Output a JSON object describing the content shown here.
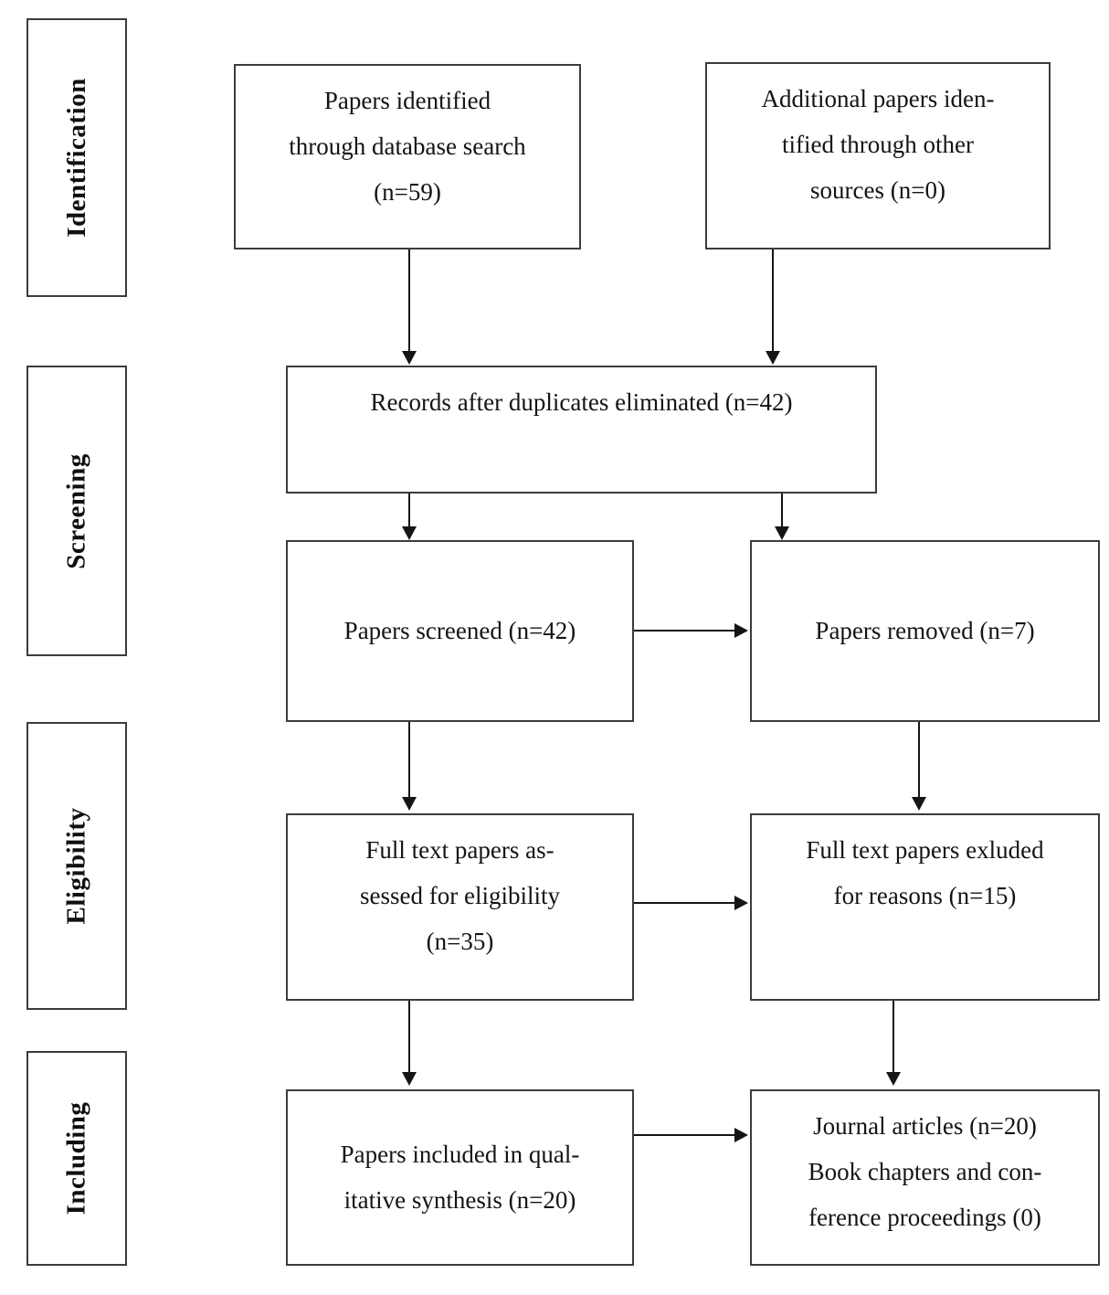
{
  "diagram": {
    "type": "prisma-flow-diagram",
    "stages": [
      {
        "id": "identification",
        "label": "Identification"
      },
      {
        "id": "screening",
        "label": "Screening"
      },
      {
        "id": "eligibility",
        "label": "Eligibility"
      },
      {
        "id": "including",
        "label": "Including"
      }
    ],
    "boxes": {
      "database_search": {
        "lines": [
          "Papers identified",
          "through database search",
          "(n=59)"
        ],
        "count": 59
      },
      "other_sources": {
        "lines": [
          "Additional papers iden-",
          "tified through other",
          "sources (n=0)"
        ],
        "count": 0
      },
      "after_duplicates": {
        "lines": [
          "Records after duplicates eliminated (n=42)"
        ],
        "count": 42
      },
      "screened": {
        "lines": [
          "Papers screened (n=42)"
        ],
        "count": 42
      },
      "removed": {
        "lines": [
          "Papers removed (n=7)"
        ],
        "count": 7
      },
      "full_text_assessed": {
        "lines": [
          "Full text papers as-",
          "sessed for eligibility",
          "(n=35)"
        ],
        "count": 35
      },
      "full_text_excluded": {
        "lines": [
          "Full text papers exluded",
          "for reasons (n=15)"
        ],
        "count": 15
      },
      "included_qualitative": {
        "lines": [
          "Papers included in qual-",
          "itative synthesis (n=20)"
        ],
        "count": 20
      },
      "publication_types": {
        "lines": [
          "Journal articles (n=20)",
          "Book chapters and con-",
          "ference proceedings (0)"
        ],
        "journal_articles": 20,
        "book_chapters_and_conference_proceedings": 0
      }
    },
    "colors": {
      "border": "#3c3c3c",
      "connector": "#151515",
      "text": "#141414",
      "background": "#ffffff"
    }
  }
}
